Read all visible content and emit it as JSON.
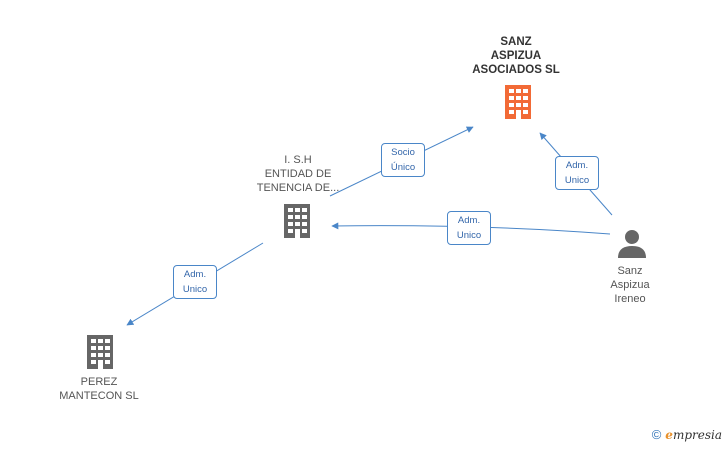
{
  "nodes": {
    "sanz_aspizua_asociados": {
      "lines": [
        "SANZ",
        "ASPIZUA",
        "ASOCIADOS SL"
      ],
      "color": "#f26a36"
    },
    "ish": {
      "lines": [
        "I. S.H",
        "ENTIDAD DE",
        "TENENCIA DE..."
      ],
      "color": "#666666"
    },
    "perez_mantecon": {
      "lines": [
        "PEREZ",
        "MANTECON SL"
      ],
      "color": "#666666"
    },
    "sanz_aspizua_ireneo": {
      "lines": [
        "Sanz",
        "Aspizua",
        "Ireneo"
      ],
      "color": "#666666"
    }
  },
  "edges": {
    "ish_to_sanz": {
      "lines": [
        "Socio",
        "Único"
      ]
    },
    "ireneo_to_sanz": {
      "lines": [
        "Adm.",
        "Unico"
      ]
    },
    "ireneo_to_ish": {
      "lines": [
        "Adm.",
        "Unico"
      ]
    },
    "ish_to_perez": {
      "lines": [
        "Adm.",
        "Unico"
      ]
    }
  },
  "footer": {
    "copyright": "©",
    "brand_first": "e",
    "brand_rest": "mpresia"
  },
  "colors": {
    "edge": "#4a86c8",
    "company_main": "#f26a36",
    "company": "#666666",
    "person": "#666666"
  }
}
